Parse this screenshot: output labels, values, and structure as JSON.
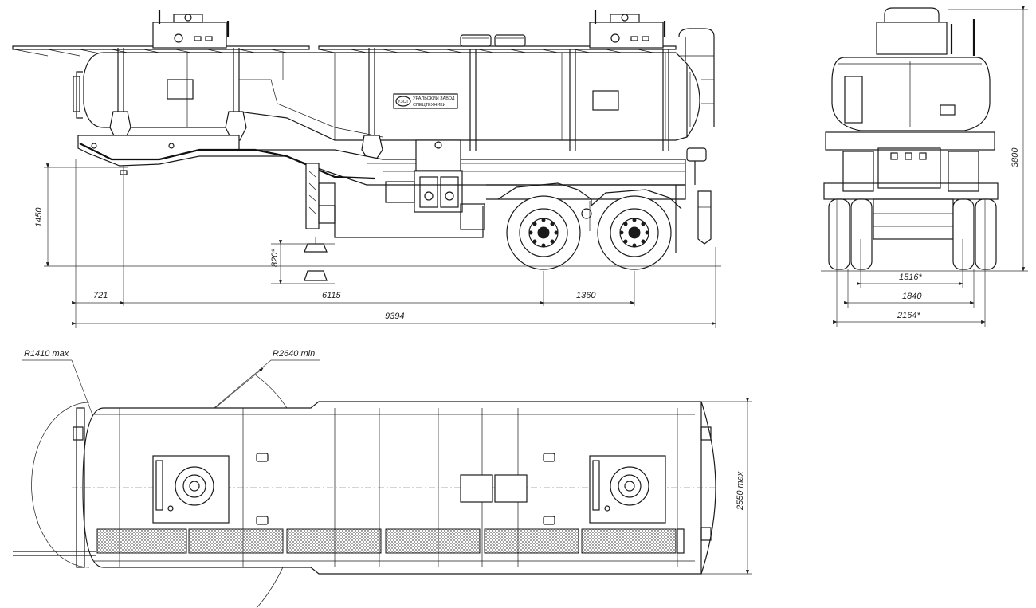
{
  "dimensions": {
    "side_height_1450": "1450",
    "side_height_820": "820*",
    "overall_height_3800": "3800",
    "front_overhang_721": "721",
    "kingpin_to_axle_6115": "6115",
    "axle_spread_1360": "1360",
    "overall_length_9394": "9394",
    "track_1516": "1516*",
    "track_1840": "1840",
    "width_2164": "2164*",
    "turn_radius_front": "R1410 max",
    "turn_radius_rear": "R2640 min",
    "overall_width_2550": "2550 max"
  },
  "logo": {
    "badge": "УЗСТ",
    "line1": "УРАЛЬСКИЙ ЗАВОД",
    "line2": "СПЕЦТЕХНИКИ"
  },
  "colors": {
    "line": "#1a1a1a",
    "background": "#ffffff"
  }
}
